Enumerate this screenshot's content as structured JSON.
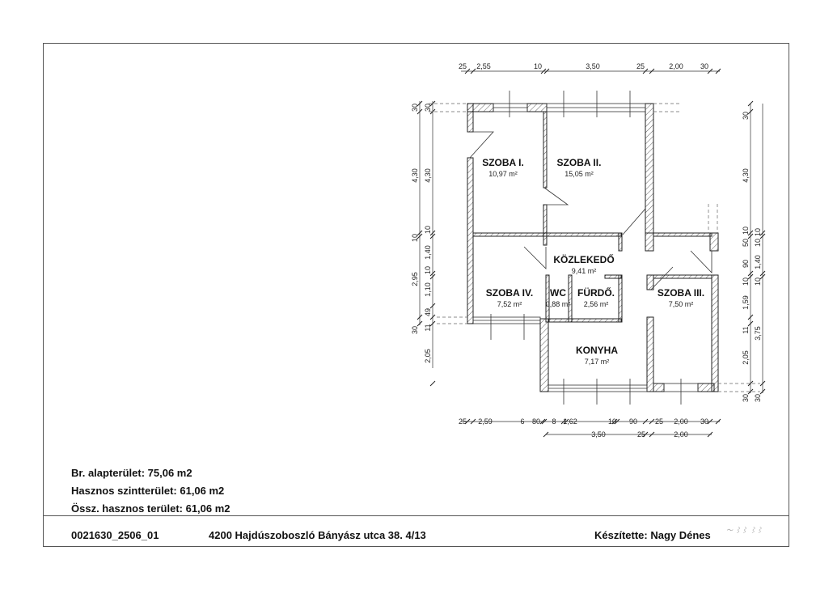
{
  "rooms": [
    {
      "name": "SZOBA I.",
      "area": "10,97 m²"
    },
    {
      "name": "SZOBA II.",
      "area": "15,05 m²"
    },
    {
      "name": "KÖZLEKEDŐ",
      "area": "9,41 m²"
    },
    {
      "name": "SZOBA IV.",
      "area": "7,52 m²"
    },
    {
      "name": "WC",
      "area": "0,88 m²"
    },
    {
      "name": "FÜRDŐ.",
      "area": "2,56 m²"
    },
    {
      "name": "SZOBA III.",
      "area": "7,50 m²"
    },
    {
      "name": "KONYHA",
      "area": "7,17 m²"
    }
  ],
  "dimensions": {
    "top": [
      "25",
      "2,55",
      "10",
      "3,50",
      "25",
      "2,00",
      "30"
    ],
    "bottom": [
      "25",
      "2,59",
      "6",
      "80",
      "8",
      "1,62",
      "10",
      "90",
      "25",
      "2,00",
      "30"
    ],
    "bottom2": [
      "3,50",
      "25",
      "2,00"
    ],
    "left_outer": [
      "30",
      "4,30",
      "10",
      "2,95",
      "30"
    ],
    "left_inner": [
      "30",
      "4,30",
      "10",
      "1,40",
      "10",
      "1,10",
      "49",
      "11",
      "2,05"
    ],
    "right_inner": [
      "30",
      "4,30",
      "10",
      "50",
      "90",
      "10",
      "1,59",
      "11",
      "2,05",
      "30"
    ],
    "right_outer": [
      "10",
      "10",
      "1,40",
      "10",
      "3,75",
      "30"
    ]
  },
  "summary": {
    "gross": "Br. alapterület: 75,06 m2",
    "usable_floor": "Hasznos szintterület: 61,06 m2",
    "total_usable": "Össz. hasznos terület: 61,06 m2"
  },
  "footer": {
    "code": "0021630_2506_01",
    "address": "4200 Hajdúszoboszló Bányász utca 38. 4/13",
    "author": "Készítette: Nagy Dénes",
    "signature": "Nagy Dénes"
  }
}
